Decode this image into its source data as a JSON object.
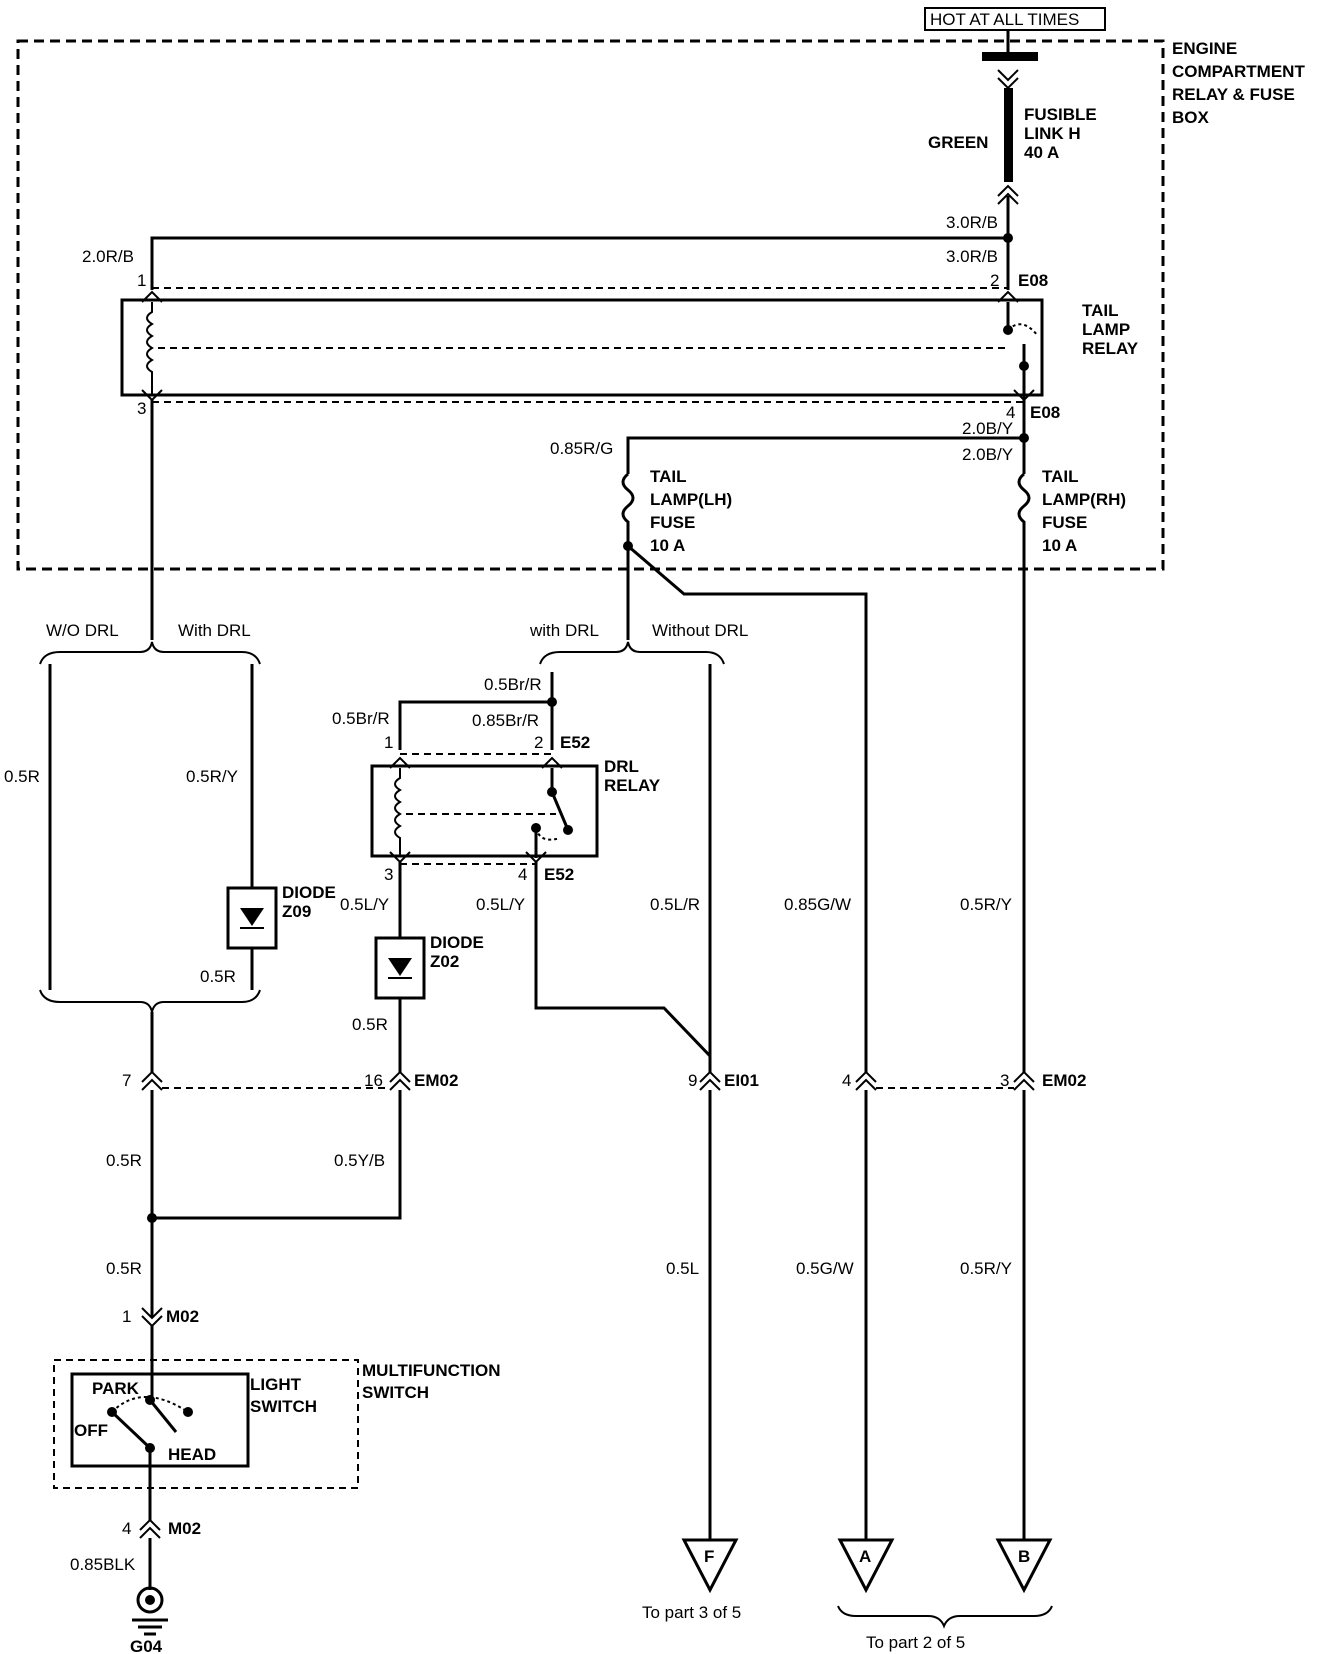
{
  "power": {
    "hot_at_all_times": "HOT AT ALL TIMES"
  },
  "engine_box": {
    "label": [
      "ENGINE",
      "COMPARTMENT",
      "RELAY & FUSE",
      "BOX"
    ]
  },
  "fusible_link": {
    "label": [
      "FUSIBLE",
      "LINK H",
      "40 A"
    ],
    "color": "GREEN"
  },
  "tail_lamp_relay": {
    "label": [
      "TAIL",
      "LAMP",
      "RELAY"
    ],
    "connector": "E08",
    "pins": {
      "p1": "1",
      "p2": "2",
      "p3": "3",
      "p4": "4"
    }
  },
  "fuse_lh": {
    "label": [
      "TAIL",
      "LAMP(LH)",
      "FUSE",
      "10 A"
    ]
  },
  "fuse_rh": {
    "label": [
      "TAIL",
      "LAMP(RH)",
      "FUSE",
      "10 A"
    ]
  },
  "drl_relay": {
    "label": [
      "DRL",
      "RELAY"
    ],
    "connector": "E52",
    "pins": {
      "p1": "1",
      "p2": "2",
      "p3": "3",
      "p4": "4"
    }
  },
  "diode_z09": {
    "label": [
      "DIODE",
      "Z09"
    ]
  },
  "diode_z02": {
    "label": [
      "DIODE",
      "Z02"
    ]
  },
  "light_switch": {
    "label": [
      "LIGHT",
      "SWITCH"
    ],
    "park": "PARK",
    "off": "OFF",
    "head": "HEAD"
  },
  "multifunction": {
    "label": [
      "MULTIFUNCTION",
      "SWITCH"
    ]
  },
  "options": {
    "wo_drl": "W/O DRL",
    "with_drl_left": "With DRL",
    "with_drl_mid": "with DRL",
    "without_drl": "Without DRL"
  },
  "connectors": {
    "em02": "EM02",
    "ei01": "EI01",
    "m02": "M02",
    "e08": "E08",
    "e52": "E52",
    "ground": "G04",
    "pin_7": "7",
    "pin_16": "16",
    "pin_9": "9",
    "pin_4": "4",
    "pin_3": "3",
    "m02_pin_1": "1",
    "m02_pin_4": "4"
  },
  "wires": {
    "w_30rb_a": "3.0R/B",
    "w_30rb_b": "3.0R/B",
    "w_20rb": "2.0R/B",
    "w_20by_a": "2.0B/Y",
    "w_20by_b": "2.0B/Y",
    "w_085rg": "0.85R/G",
    "w_05r_a": "0.5R",
    "w_05ry_a": "0.5R/Y",
    "w_05r_b": "0.5R",
    "w_05brr_a": "0.5Br/R",
    "w_05brr_b": "0.5Br/R",
    "w_085brr": "0.85Br/R",
    "w_05ly_a": "0.5L/Y",
    "w_05ly_b": "0.5L/Y",
    "w_05r_c": "0.5R",
    "w_05lr": "0.5L/R",
    "w_085gw": "0.85G/W",
    "w_05ry_b": "0.5R/Y",
    "w_05r_d": "0.5R",
    "w_05yb": "0.5Y/B",
    "w_05r_e": "0.5R",
    "w_085blk": "0.85BLK",
    "w_05l": "0.5L",
    "w_05gw": "0.5G/W",
    "w_05ry_c": "0.5R/Y"
  },
  "terminals": {
    "f": "F",
    "a": "A",
    "b": "B"
  },
  "destinations": {
    "part3": "To  part 3 of 5",
    "part2": "To  part 2 of 5"
  }
}
